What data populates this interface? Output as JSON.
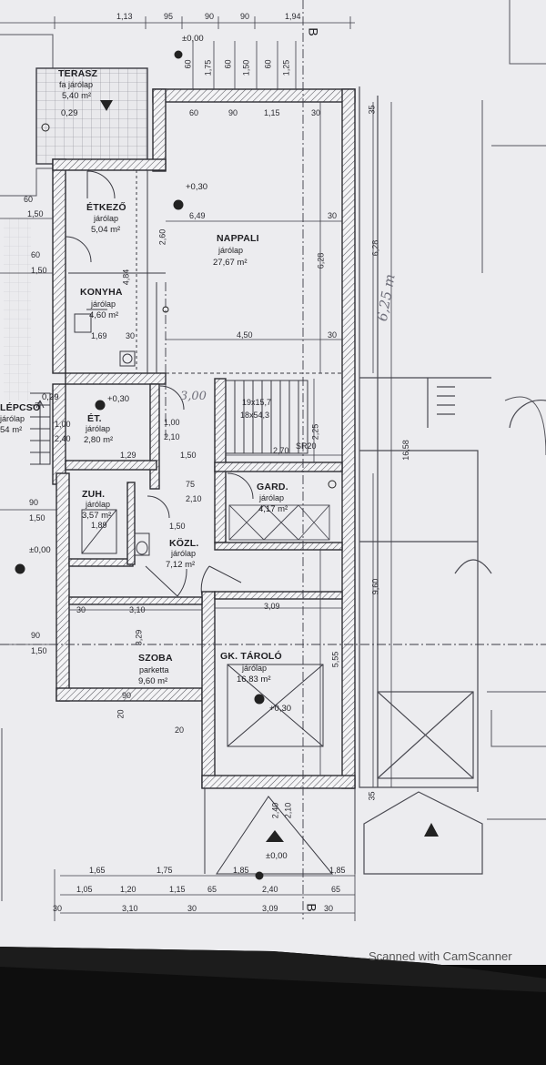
{
  "plan": {
    "axis_label": "B",
    "rooms": {
      "terasz": {
        "name": "TERASZ",
        "floor": "fa járólap",
        "area": "5,40 m²"
      },
      "etkezo": {
        "name": "ÉTKEZŐ",
        "floor": "járólap",
        "area": "5,04 m²"
      },
      "nappali": {
        "name": "NAPPALI",
        "floor": "járólap",
        "area": "27,67 m²"
      },
      "konyha": {
        "name": "KONYHA",
        "floor": "járólap",
        "area": "4,60 m²"
      },
      "lepcso": {
        "name": "LÉPCSŐ",
        "floor": "járólap",
        "area": "54 m²"
      },
      "wc": {
        "name": "ÉT.",
        "floor": "járólap",
        "area": "2,80 m²"
      },
      "gard": {
        "name": "GARD.",
        "floor": "járólap",
        "area": "4,17 m²"
      },
      "zuh": {
        "name": "ZUH.",
        "floor": "járólap",
        "area": "3,57 m²"
      },
      "kozl": {
        "name": "KÖZL.",
        "floor": "járólap",
        "area": "7,12 m²"
      },
      "szoba": {
        "name": "SZOBA",
        "floor": "parketta",
        "area": "9,60 m²"
      },
      "tarolo": {
        "name": "GK. TÁROLÓ",
        "floor": "járólap",
        "area": "16,83 m²"
      }
    },
    "levels": {
      "top": "±0,00",
      "nappali": "+0,30",
      "wc": "+0,30",
      "left": "±0,00",
      "garage": "+0,30",
      "bottom": "±0,00",
      "terasz": "0,29",
      "lepcso": "0,29"
    },
    "stair": {
      "label": "19x15,7",
      "sub": "18x54,3"
    },
    "handwriting": {
      "a": "3,00",
      "b": "6,25 m"
    },
    "dims": {
      "top_row": [
        "1,13",
        "95",
        "90",
        "90",
        "1,94"
      ],
      "top_verticals": [
        "60",
        "1,75",
        "60",
        "1,50",
        "60",
        "1,25"
      ],
      "lintel_row": [
        "60",
        "90",
        "1,15"
      ],
      "w_649": "6,49",
      "w_450": "4,50",
      "w_270": "2,70",
      "w_309a": "3,09",
      "w_310": "3,10",
      "h_628a": "6,28",
      "h_628b": "6,28",
      "h_1658": "16,58",
      "h_960": "9,60",
      "h_555": "5,55",
      "h_225": "2,25",
      "h_260": "2,60",
      "h_484": "4,84",
      "h_329": "3,29",
      "sr20": "SR20",
      "l_30": "30",
      "l_60": "60",
      "l_150": "1,50",
      "l_90": "90",
      "l_169": "1,69",
      "l_100": "1,00",
      "l_210": "2,10",
      "l_75": "75",
      "l_189": "1,89",
      "l_129": "1,29",
      "l_240": "2,40",
      "l_20": "20",
      "l_35": "35",
      "bottom_row1": [
        "1,65",
        "1,75",
        "1,85",
        "1,85"
      ],
      "bottom_row2": [
        "1,05",
        "1,20",
        "1,15",
        "65",
        "2,40",
        "65"
      ],
      "bottom_row3": [
        "30",
        "3,10",
        "30",
        "3,09",
        "30"
      ],
      "garage_door": [
        "2,40",
        "2,10"
      ]
    },
    "footer": "Scanned with CamScanner"
  }
}
